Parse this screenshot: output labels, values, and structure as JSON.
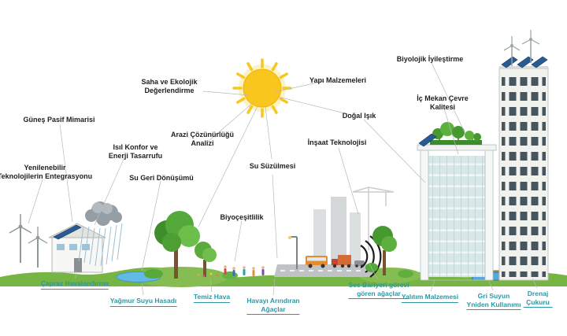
{
  "diagram_type": "sustainable-ecological-architecture-infographic",
  "language": "tr",
  "concept_labels": [
    {
      "id": "gunes-pasif-mimarisi",
      "text": "Güneş Pasif Mimarisi"
    },
    {
      "id": "yenilenebilir-teknolojiler",
      "text": "Yenilenebilir\nTeknolojilerin Entegrasyonu"
    },
    {
      "id": "isil-konfor",
      "text": "Isıl Konfor ve\nEnerji Tasarrufu"
    },
    {
      "id": "su-geri-donusumu",
      "text": "Su Geri Dönüşümü"
    },
    {
      "id": "saha-ekolojik",
      "text": "Saha ve Ekolojik\nDeğerlendirme"
    },
    {
      "id": "arazi-cozunurlugu",
      "text": "Arazi Çözünürlüğü\nAnalizi"
    },
    {
      "id": "su-suzulmesi",
      "text": "Su Süzülmesi"
    },
    {
      "id": "biyocesitlilik",
      "text": "Biyoçeşitlilik"
    },
    {
      "id": "yapi-malzemeleri",
      "text": "Yapı Malzemeleri"
    },
    {
      "id": "dogal-isik",
      "text": "Doğal Işık"
    },
    {
      "id": "insaat-teknolojisi",
      "text": "İnşaat Teknolojisi"
    },
    {
      "id": "biyolojik-iyilestirme",
      "text": "Biyolojik İyileştirme"
    },
    {
      "id": "ic-mekan-cevre",
      "text": "İç Mekan Çevre\nKalitesi"
    }
  ],
  "ground_labels": [
    {
      "id": "capraz-havalandirma",
      "text": "Çapraz Havalandırma"
    },
    {
      "id": "yagmur-suyu-hasadi",
      "text": "Yağmur Suyu Hasadı"
    },
    {
      "id": "temiz-hava",
      "text": "Temiz Hava"
    },
    {
      "id": "havayi-arindiran-agaclar",
      "text": "Havayı Arındıran\nAğaçlar"
    },
    {
      "id": "ses-bariyeri-agaclar",
      "text": "Ses Bariyeri görevi\ngören ağaçlar"
    },
    {
      "id": "yalitim-malzemesi",
      "text": "Yalıtım Malzemesi"
    },
    {
      "id": "gri-suyun-kullanimi",
      "text": "Gri Suyun\nYniden Kullanımı"
    },
    {
      "id": "drenaj-cukuru",
      "text": "Drenaj Çukuru"
    }
  ],
  "scene_icons": [
    "sun-icon",
    "rain-cloud-icon",
    "wind-turbine-icon",
    "solar-house-icon",
    "pond-icon",
    "tree-icon",
    "people-icon",
    "street-lamp-icon",
    "bus-icon",
    "truck-icon",
    "sound-barrier-icon",
    "construction-crane-icon",
    "green-roof-building-icon",
    "apartment-building-icon",
    "rooftop-wind-turbine-icon",
    "rooftop-solar-panel-icon",
    "greywater-tank-icon",
    "drainage-pit-icon"
  ],
  "colors": {
    "concept_text": "#1f1f1f",
    "ground_text": "#2b98a4",
    "sun": "#f8c61d",
    "grass": "#76b544",
    "water": "#62b9e6",
    "solar_panel": "#2a5a92"
  }
}
